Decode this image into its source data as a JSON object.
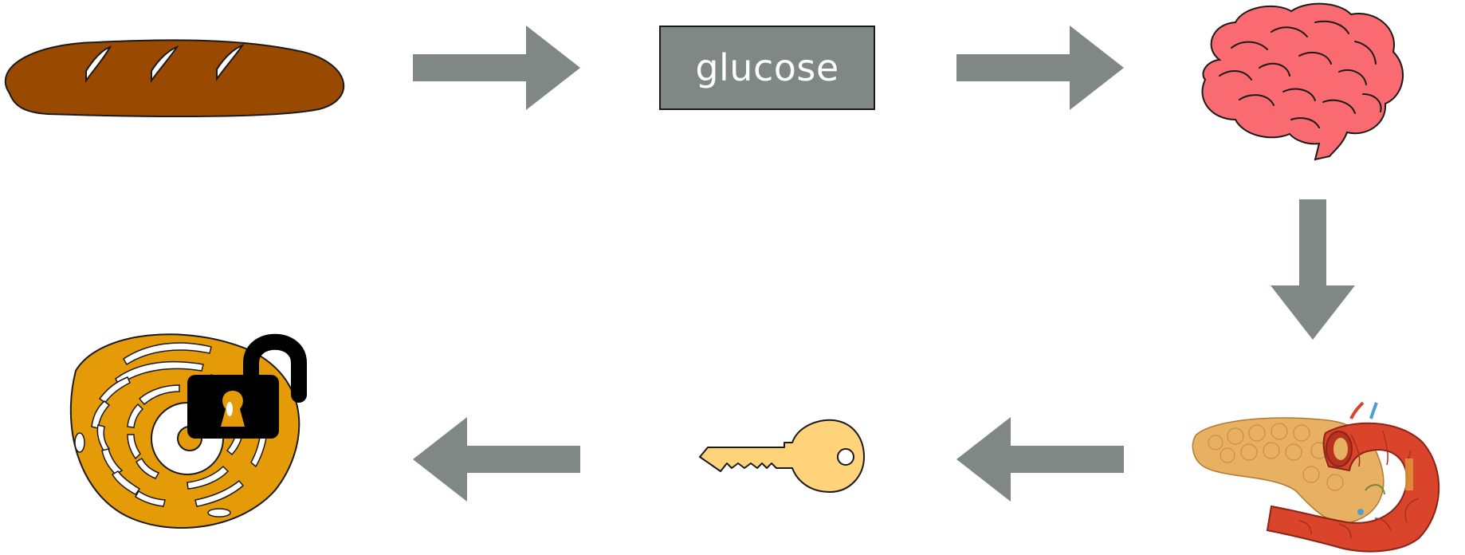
{
  "diagram": {
    "glucose_label": "glucose",
    "colors": {
      "arrow": "#7f8884",
      "bread": "#9a4a00",
      "brain": "#f96b70",
      "key": "#ffd37a",
      "cell": "#e59a08",
      "lock": "#000000",
      "pancreas": "#e8b062",
      "duodenum": "#d9442b"
    },
    "nodes": [
      {
        "id": "bread",
        "icon": "bread-icon"
      },
      {
        "id": "glucose",
        "icon": "glucose-box"
      },
      {
        "id": "brain",
        "icon": "brain-icon"
      },
      {
        "id": "pancreas",
        "icon": "pancreas-icon"
      },
      {
        "id": "insulin-key",
        "icon": "key-icon"
      },
      {
        "id": "cell",
        "icon": "cell-icon"
      }
    ],
    "flow": [
      "bread",
      "glucose",
      "brain",
      "pancreas",
      "insulin-key",
      "cell"
    ]
  }
}
